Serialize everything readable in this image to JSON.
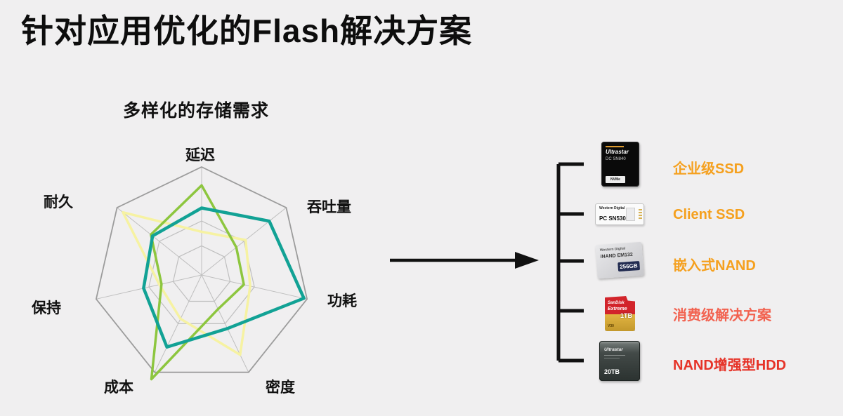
{
  "page": {
    "title": "针对应用优化的Flash解决方案",
    "background": "#f0eff0"
  },
  "chart_data": {
    "type": "radar",
    "title": "多样化的存储需求",
    "categories": [
      "延迟",
      "吞吐量",
      "功耗",
      "密度",
      "成本",
      "保持",
      "耐久"
    ],
    "axis_range": [
      0,
      1
    ],
    "grid_levels": [
      0.27,
      0.5,
      1.0
    ],
    "grid_color": "#9c9c9c",
    "grid_color_light": "#bfbfbf",
    "legend": "none",
    "series": [
      {
        "name": "series-yellow",
        "color": "#f6f2a2",
        "width": 3.5,
        "values": [
          0.4,
          0.52,
          0.46,
          0.82,
          0.45,
          0.4,
          0.93
        ]
      },
      {
        "name": "series-green",
        "color": "#8dc63f",
        "width": 3.5,
        "values": [
          0.83,
          0.41,
          0.4,
          0.35,
          1.07,
          0.38,
          0.6
        ]
      },
      {
        "name": "series-teal",
        "color": "#12a295",
        "width": 4.5,
        "values": [
          0.62,
          0.8,
          0.97,
          0.55,
          0.74,
          0.55,
          0.58
        ]
      }
    ]
  },
  "solutions": [
    {
      "label": "企业级SSD",
      "color": "#F5A01E"
    },
    {
      "label": "Client SSD",
      "color": "#F5A01E"
    },
    {
      "label": "嵌入式NAND",
      "color": "#F5A01E"
    },
    {
      "label": "消费级解决方案",
      "color": "#F26250"
    },
    {
      "label": "NAND增强型HDD",
      "color": "#E63328"
    }
  ],
  "products": [
    {
      "name": "enterprise-ssd",
      "line1": "Ultrastar",
      "line2": "DC SN840",
      "sticker": "NVMe"
    },
    {
      "name": "client-ssd",
      "brand": "Western Digital",
      "model": "PC SN530"
    },
    {
      "name": "embedded-nand",
      "brand": "Western Digital",
      "model": "iNAND EM132",
      "capacity": "256GB"
    },
    {
      "name": "sd-card",
      "brand": "SanDisk",
      "series": "Extreme",
      "capacity": "1TB",
      "speed": "V30"
    },
    {
      "name": "hdd",
      "model": "Ultrastar",
      "capacity": "20TB"
    }
  ]
}
